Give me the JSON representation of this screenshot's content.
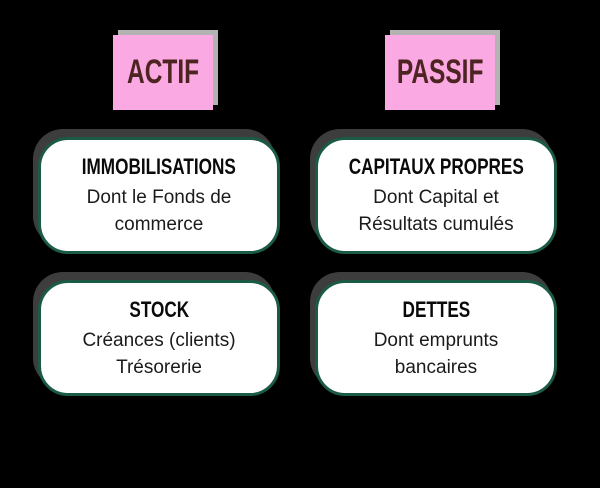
{
  "colors": {
    "bg": "#000000",
    "pink": "#fba9e2",
    "pink_shadow": "#b3b3b3",
    "maroon": "#4e2423",
    "green": "#1b5a47",
    "card_bg": "#ffffff",
    "card_shadow": "#3d3d3d",
    "title_color": "#0a0a0a",
    "body_color": "#1b1b1b"
  },
  "columns": [
    {
      "header": "ACTIF",
      "cards": [
        {
          "title": "IMMOBILISATIONS",
          "lines": [
            "Dont le Fonds de",
            "commerce"
          ]
        },
        {
          "title": "STOCK",
          "lines": [
            "Créances (clients)",
            "Trésorerie"
          ]
        }
      ]
    },
    {
      "header": "PASSIF",
      "cards": [
        {
          "title": "CAPITAUX PROPRES",
          "lines": [
            "Dont Capital et",
            "Résultats cumulés"
          ]
        },
        {
          "title": "DETTES",
          "lines": [
            "Dont emprunts",
            "bancaires"
          ]
        }
      ]
    }
  ]
}
